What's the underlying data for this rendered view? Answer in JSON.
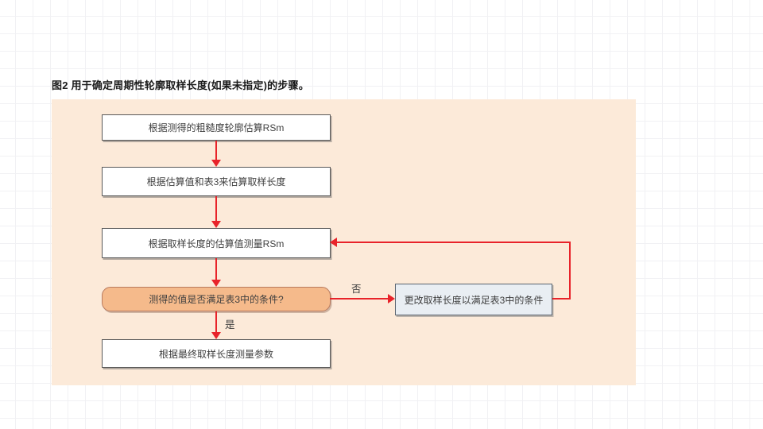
{
  "page": {
    "title": "图2 用于确定周期性轮廓取样长度(如果未指定)的步骤。"
  },
  "flowchart": {
    "type": "flowchart",
    "nodes": [
      {
        "id": "estimate-rsm",
        "type": "process",
        "label": "根据测得的粗糙度轮廓估算RSm"
      },
      {
        "id": "estimate-length",
        "type": "process",
        "label": "根据估算值和表3来估算取样长度"
      },
      {
        "id": "measure-rsm",
        "type": "process",
        "label": "根据取样长度的估算值测量RSm"
      },
      {
        "id": "condition-check",
        "type": "decision",
        "label": "测得的值是否满足表3中的条件?"
      },
      {
        "id": "measure-parameters",
        "type": "process",
        "label": "根据最终取样长度测量参数"
      },
      {
        "id": "change-length",
        "type": "process",
        "label": "更改取样长度以满足表3中的条件"
      }
    ],
    "edge_labels": {
      "no": "否",
      "yes": "是"
    },
    "edges": [
      {
        "from": "estimate-rsm",
        "to": "estimate-length"
      },
      {
        "from": "estimate-length",
        "to": "measure-rsm"
      },
      {
        "from": "measure-rsm",
        "to": "condition-check"
      },
      {
        "from": "condition-check",
        "to": "measure-parameters",
        "label": "是"
      },
      {
        "from": "condition-check",
        "to": "change-length",
        "label": "否"
      },
      {
        "from": "change-length",
        "to": "measure-rsm"
      }
    ],
    "colors": {
      "panel_background": "#fcead9",
      "arrow": "#e8232a",
      "process_fill": "#ffffff",
      "process_border": "#595959",
      "decision_fill": "#f5ba8b",
      "decision_border": "#b97a5e",
      "side_process_fill": "#e9eef3",
      "side_process_border": "#5a6470",
      "grid_line": "#f1f1f4"
    }
  }
}
